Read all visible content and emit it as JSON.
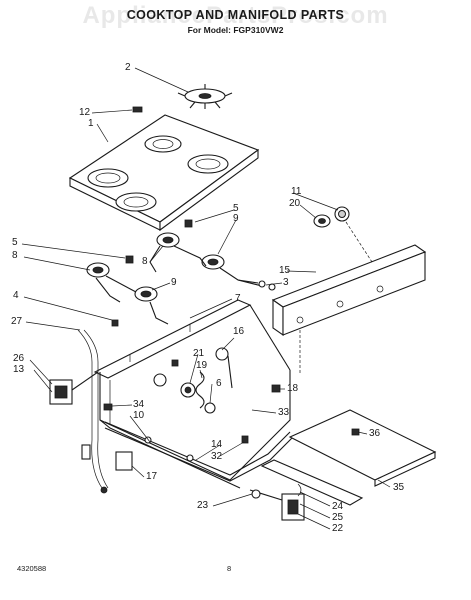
{
  "watermark": "AppliancePartsPros.com",
  "header": {
    "title": "COOKTOP AND MANIFOLD PARTS",
    "subtitle": "For Model: FGP310VW2"
  },
  "callouts": {
    "c2": "2",
    "c12": "12",
    "c1": "1",
    "c5a": "5",
    "c9a": "9",
    "c11": "11",
    "c20": "20",
    "c5b": "5",
    "c8a": "8",
    "c8b": "8",
    "c15": "15",
    "c3": "3",
    "c9b": "9",
    "c4": "4",
    "c7": "7",
    "c27": "27",
    "c16": "16",
    "c26": "26",
    "c13": "13",
    "c21": "21",
    "c19": "19",
    "c6": "6",
    "c18": "18",
    "c34": "34",
    "c33": "33",
    "c10": "10",
    "c36": "36",
    "c14": "14",
    "c32": "32",
    "c17": "17",
    "c35": "35",
    "c23": "23",
    "c24": "24",
    "c25": "25",
    "c22": "22"
  },
  "footer": {
    "doc_number": "4320588",
    "page_number": "8"
  }
}
